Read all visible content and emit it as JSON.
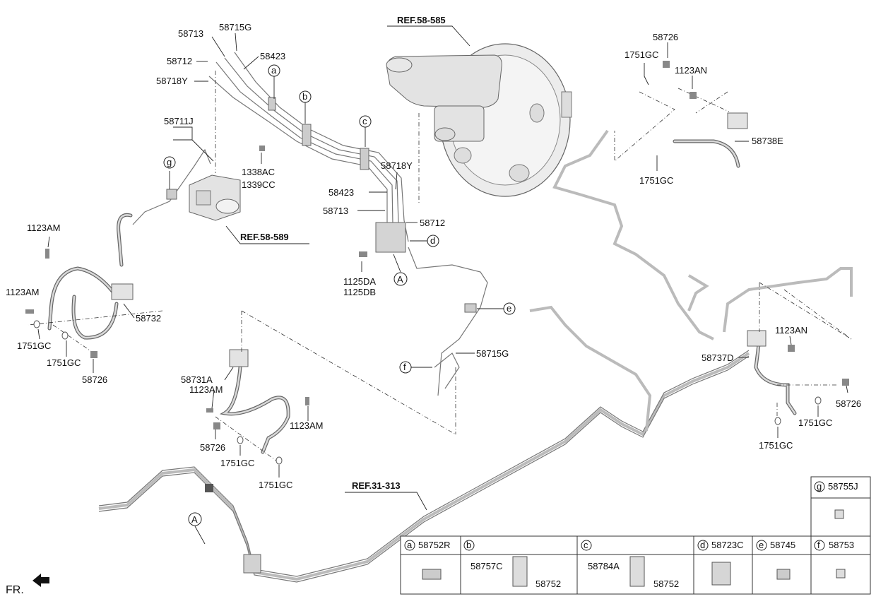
{
  "refs": {
    "master_cylinder": "REF.58-585",
    "hecu": "REF.58-589",
    "floor": "REF.31-313"
  },
  "labels": {
    "p58713_top": "58713",
    "p58715G_top": "58715G",
    "p58712_top": "58712",
    "p58423_top": "58423",
    "p58718Y_top": "58718Y",
    "p58711J": "58711J",
    "p1338AC": "1338AC",
    "p1339CC": "1339CC",
    "p58718Y_mid": "58718Y",
    "p58423_mid": "58423",
    "p58713_mid": "58713",
    "p58712_mid": "58712",
    "p1125DA": "1125DA",
    "p1125DB": "1125DB",
    "p58715G_mid": "58715G",
    "p1123AM_a": "1123AM",
    "p1123AM_b": "1123AM",
    "p58732": "58732",
    "p1751GC_a": "1751GC",
    "p1751GC_b": "1751GC",
    "p58726_a": "58726",
    "p58731A": "58731A",
    "p1123AM_c": "1123AM",
    "p1123AM_d": "1123AM",
    "p58726_b": "58726",
    "p1751GC_c": "1751GC",
    "p1751GC_d": "1751GC",
    "p58726_c": "58726",
    "p1751GC_e": "1751GC",
    "p1123AN_a": "1123AN",
    "p58738E": "58738E",
    "p1751GC_f": "1751GC",
    "p1123AN_b": "1123AN",
    "p58737D": "58737D",
    "p58726_d": "58726",
    "p1751GC_g": "1751GC",
    "p1751GC_h": "1751GC",
    "fr": "FR."
  },
  "callouts": {
    "a": "a",
    "b": "b",
    "c": "c",
    "d": "d",
    "e": "e",
    "f": "f",
    "g": "g",
    "A1": "A",
    "A2": "A"
  },
  "table": {
    "top_cell": {
      "letter": "g",
      "part": "58755J"
    },
    "cells": [
      {
        "letter": "a",
        "part": "58752R"
      },
      {
        "letter": "b",
        "part": ""
      },
      {
        "letter": "c",
        "part": ""
      },
      {
        "letter": "d",
        "part": "58723C"
      },
      {
        "letter": "e",
        "part": "58745"
      },
      {
        "letter": "f",
        "part": "58753"
      }
    ],
    "b_parts": [
      "58757C",
      "58752"
    ],
    "c_parts": [
      "58784A",
      "58752"
    ]
  }
}
